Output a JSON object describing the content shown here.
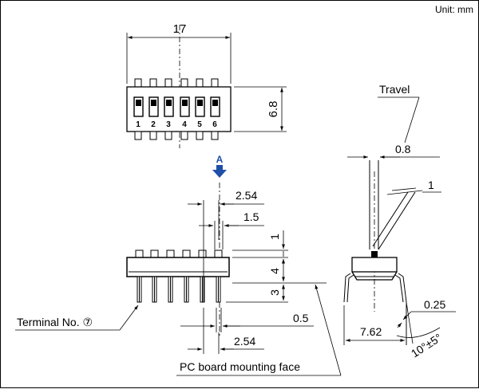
{
  "unit_note": "Unit: mm",
  "top_view": {
    "width_dim": "17",
    "height_dim": "6.8",
    "switch_numbers": [
      "1",
      "2",
      "3",
      "4",
      "5",
      "6"
    ]
  },
  "view_marker": "A",
  "front_view": {
    "pitch_top": "2.54",
    "pin_width": "1.5",
    "top_thickness": "1",
    "body_height": "4",
    "pin_length": "3",
    "pin_thickness": "0.5",
    "pitch_bottom": "2.54",
    "terminal_label": "Terminal No. ",
    "terminal_number": "⑦",
    "mounting_face_label": "PC board mounting face"
  },
  "side_view": {
    "travel_label": "Travel",
    "travel_value": "0.8",
    "actuator_width": "1",
    "row_spacing": "7.62",
    "lead_thickness": "0.25",
    "angle": "10°±5°"
  },
  "colors": {
    "line": "#000000",
    "marker": "#1f4fa8",
    "background": "#ffffff"
  }
}
